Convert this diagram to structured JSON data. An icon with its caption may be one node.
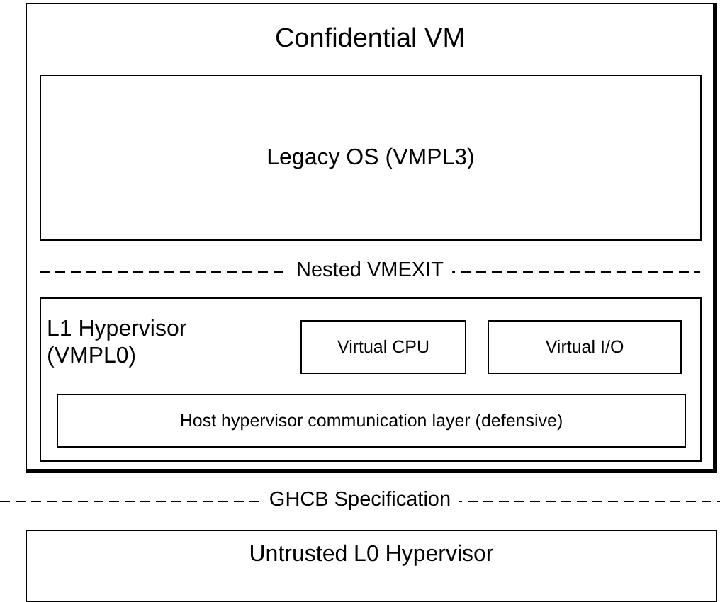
{
  "diagram": {
    "nodes": [
      {
        "text": [
          "Confidential VM"
        ]
      },
      {
        "text": [
          "Legacy OS (VMPL3)"
        ],
        "in": 0
      },
      {
        "text": [
          "L1 Hypervisor (VMPL0)"
        ],
        "in": 0
      },
      {
        "text": [
          "Virtual CPU"
        ],
        "in": 2
      },
      {
        "text": [
          "Virtual I/O"
        ],
        "in": 2
      },
      {
        "text": [
          "Host hypervisor communication layer (defensive)"
        ],
        "in": 2
      },
      {
        "text": [
          "Untrusted L0 Hypervisor"
        ]
      }
    ],
    "labels": [
      "Nested VMEXIT",
      "GHCB Specification"
    ]
  }
}
